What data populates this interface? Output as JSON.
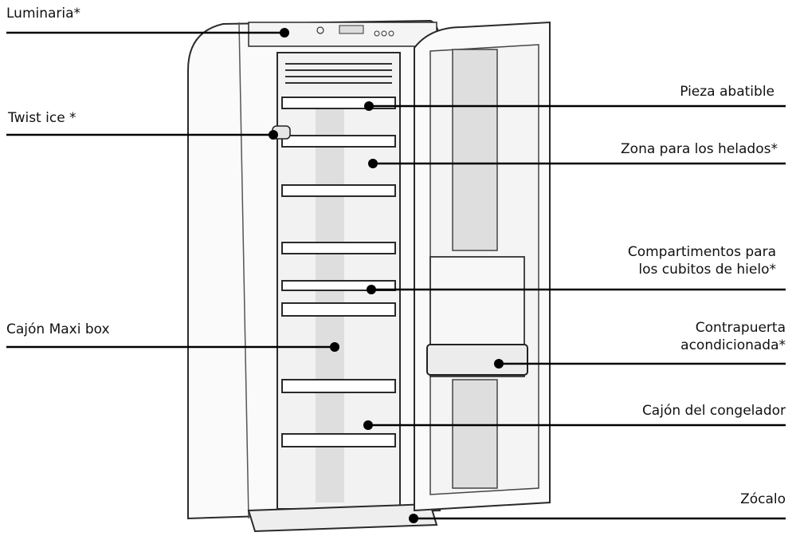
{
  "labels": {
    "luminaria": "Luminaria*",
    "twist_ice": "Twist ice *",
    "cajon_maxi_box": "Cajón Maxi box",
    "pieza_abatible": "Pieza abatible",
    "zona_helados": "Zona para los helados*",
    "compartimentos_line1": "Compartimentos para",
    "compartimentos_line2": "los cubitos de hielo*",
    "contrapuerta_line1": "Contrapuerta",
    "contrapuerta_line2": "acondicionada*",
    "cajon_congelador": "Cajón del congelador",
    "zocalo": "Zócalo"
  },
  "colors": {
    "line": "#000000",
    "outline": "#2a2a2a",
    "interior": "#f2f2f2",
    "shade": "#c9c9c9"
  }
}
